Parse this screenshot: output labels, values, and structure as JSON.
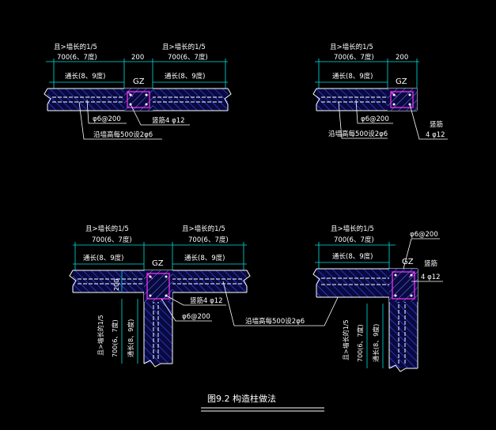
{
  "labels": {
    "len_rule": "且>墙长的1/5",
    "len_67": "700(6、7度)",
    "len_89": "通长(8、9度)",
    "spacing": "200",
    "gz": "GZ",
    "stirrup": "φ6@200",
    "rebar_4": "竖筋4 φ12",
    "rebar_a": "竖筋",
    "rebar_b": "4 φ12",
    "tie": "沿墙高每500设2φ6",
    "wall_thk": "200"
  },
  "caption": "图9.2  构造柱做法",
  "colors": {
    "background": "#000000",
    "hatch": "#3050ff",
    "column": "#ff33ff",
    "dimension": "#00e0e0",
    "text": "#ffffff"
  }
}
